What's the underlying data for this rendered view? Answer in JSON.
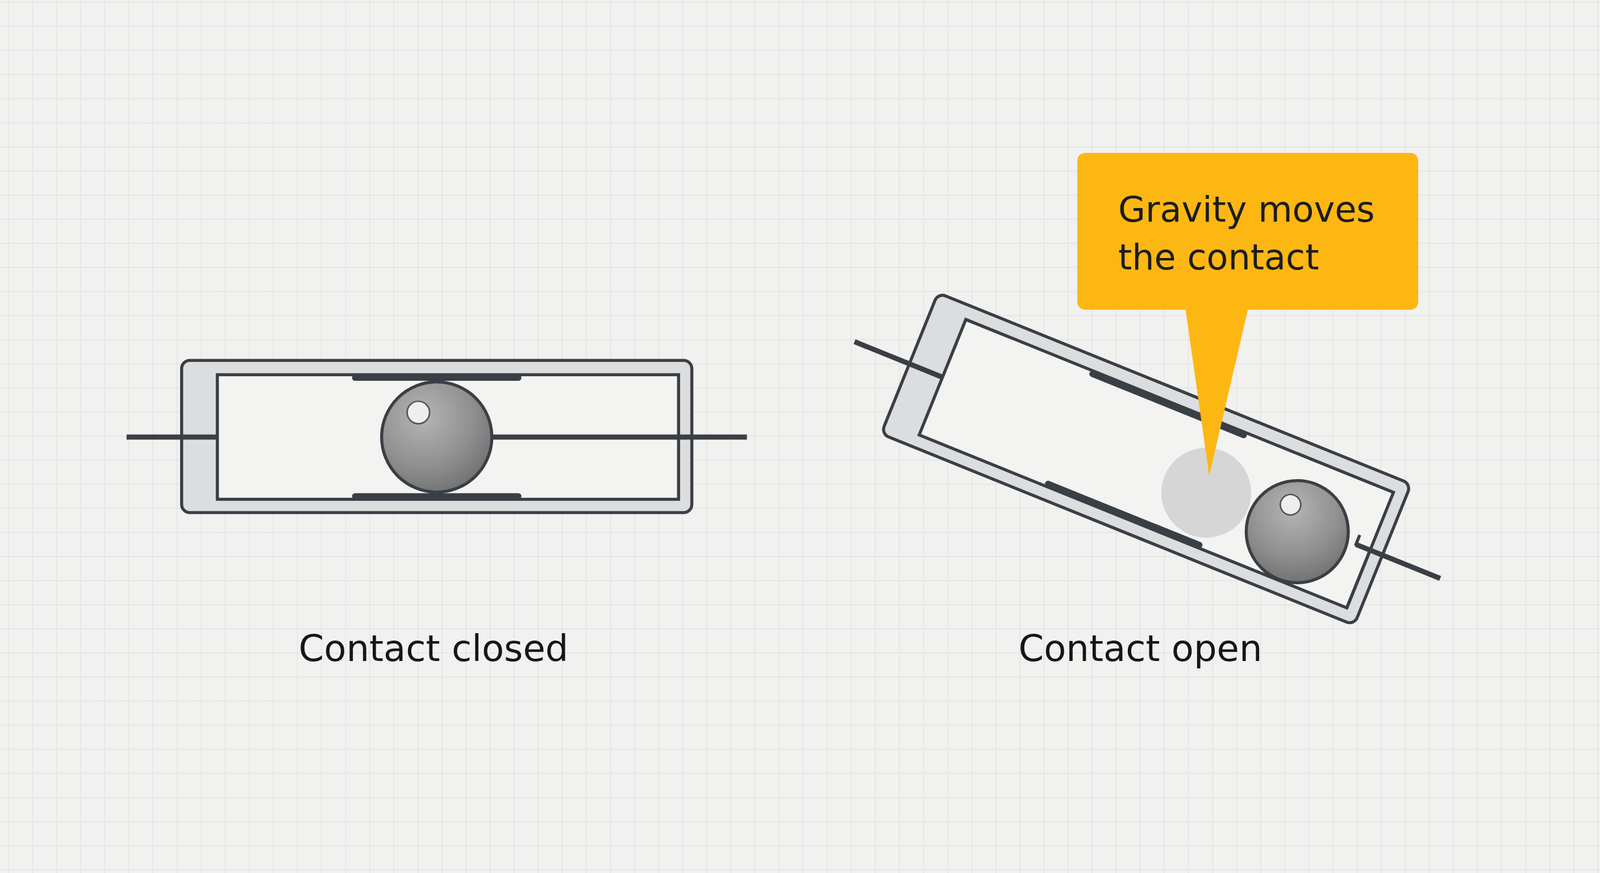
{
  "diagram": {
    "nodes": [
      {
        "text": [
          "Gravity moves the contact"
        ]
      }
    ],
    "labels": [
      "Contact closed",
      "Contact open"
    ]
  }
}
